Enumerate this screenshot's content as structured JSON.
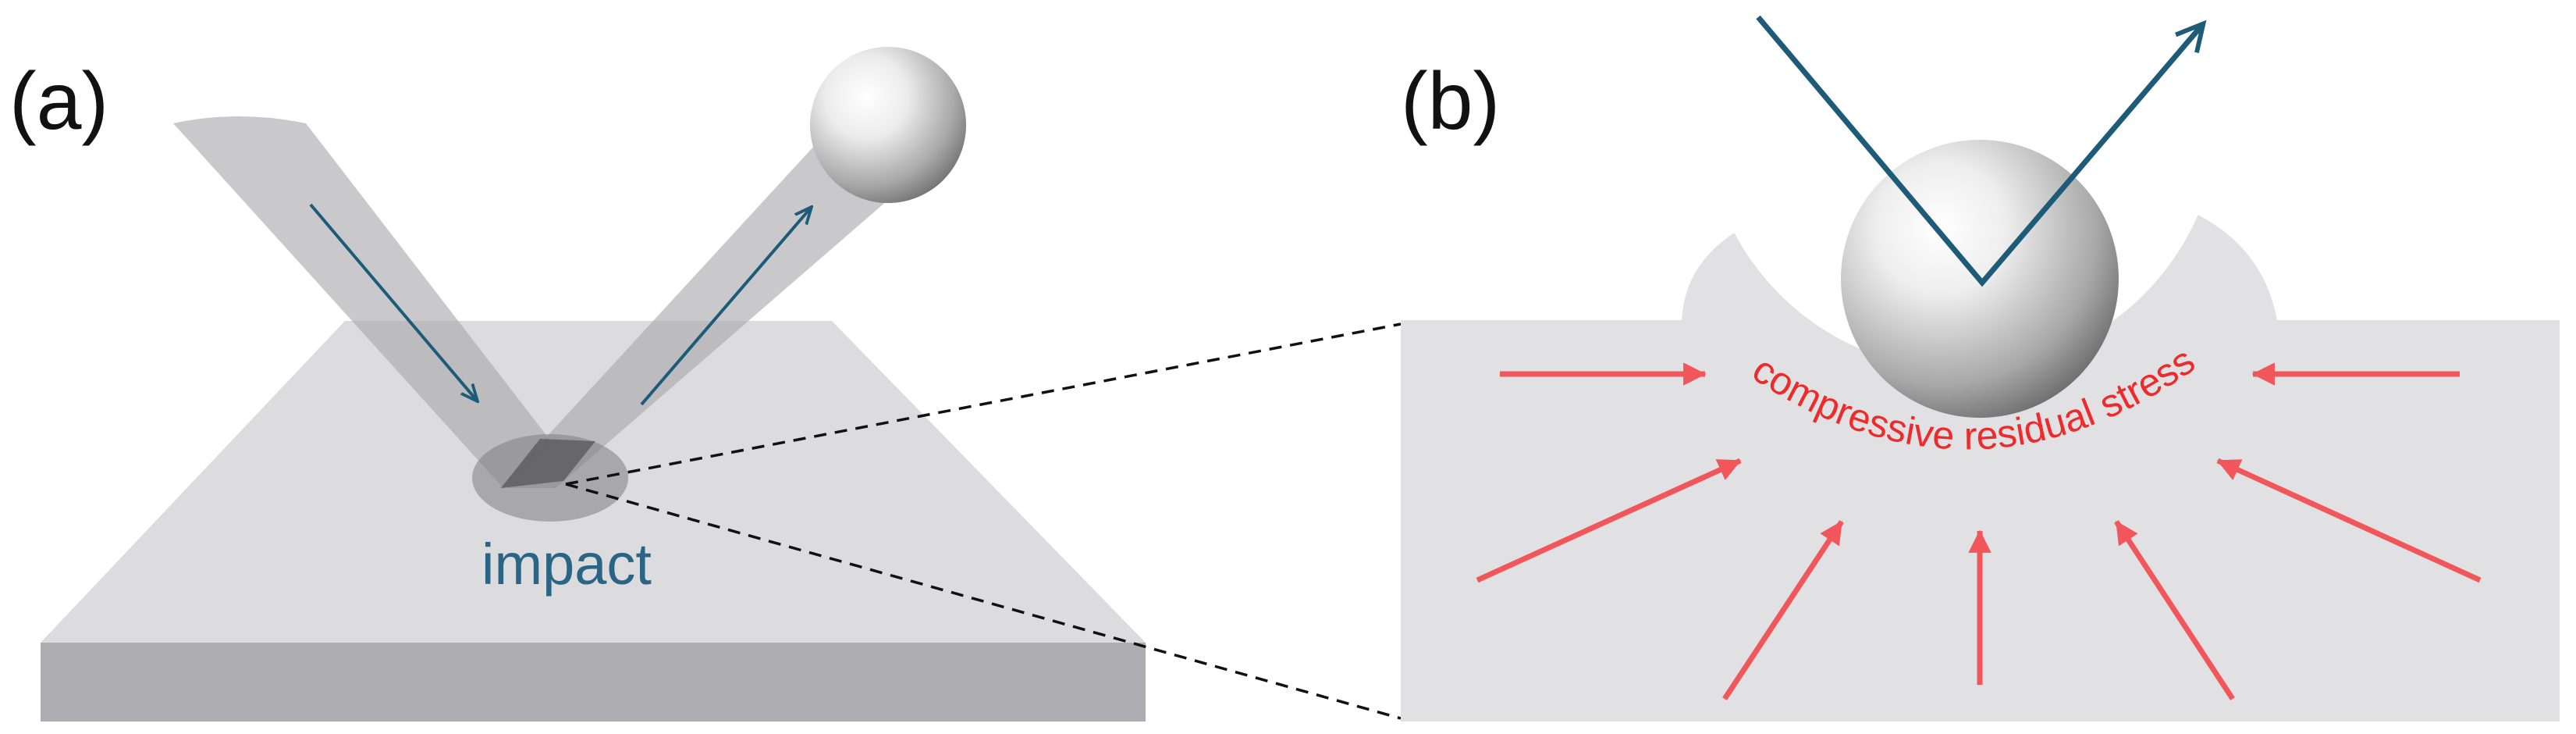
{
  "panel_a": {
    "label": "(a)",
    "impact_label": "impact"
  },
  "panel_b": {
    "label": "(b)",
    "stress_label": "compressive residual stress"
  },
  "colors": {
    "trajectory": "#1d5b78",
    "stress_arrow": "#f0565a",
    "stress_text": "#ee2a2a",
    "impact_text": "#2a6585",
    "plate_top": "#dcdcde",
    "plate_side": "#adadb2",
    "material": "#e1e1e4",
    "beam": "#a8a8ac"
  },
  "icons": {
    "shot_ball": "sphere-icon",
    "incoming_arrow": "arrow-down-right-icon",
    "outgoing_arrow": "arrow-up-right-icon"
  }
}
